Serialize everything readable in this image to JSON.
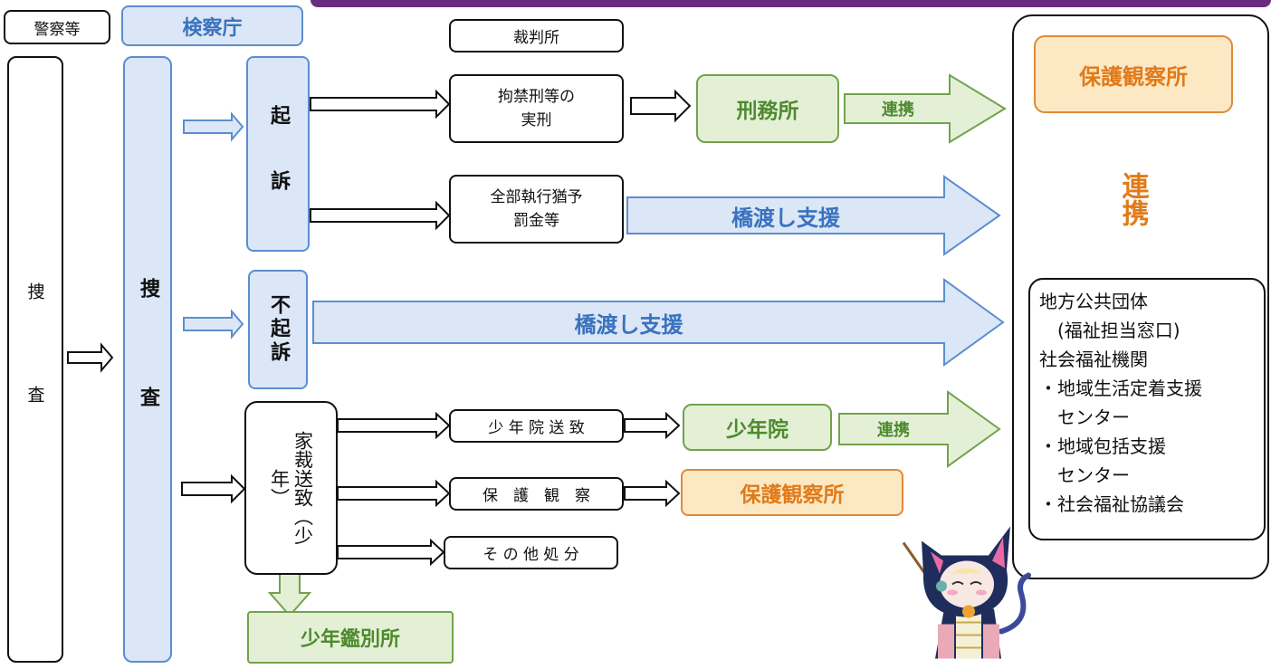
{
  "header": {
    "police": "警察等",
    "prosecutor": "検察庁",
    "court": "裁判所"
  },
  "police_col": {
    "investigation": "捜　査"
  },
  "prosecutor_col": {
    "investigation": "捜　査"
  },
  "branches": {
    "indictment": "起　訴",
    "non_indictment": "不起訴",
    "family_court": "家裁送致（少年）"
  },
  "outcomes": {
    "imprisonment": "拘禁刑等の\n実刑",
    "suspended": "全部執行猶予\n罰金等",
    "juvenile_training": "少 年 院 送 致",
    "probation": "保　護　観　察",
    "other": "そ の 他 処 分"
  },
  "institutions": {
    "prison": "刑務所",
    "juvenile_school": "少年院",
    "probation_office": "保護観察所",
    "classification_home": "少年鑑別所"
  },
  "arrows": {
    "cooperation": "連携",
    "bridging_support": "橋渡し支援"
  },
  "right_panel": {
    "probation_office": "保護観察所",
    "cooperation": "連携",
    "local_gov": "地方公共団体\n　(福祉担当窓口)\n社会福祉機関\n・地域生活定着支援\n　センター\n・地域包括支援\n　センター\n・社会福祉協議会"
  },
  "colors": {
    "blue_fill": "#dbe7f6",
    "blue_border": "#5b8ed0",
    "green_fill": "#e4f0d6",
    "green_border": "#72a24c",
    "orange_fill": "#fde8c4",
    "orange_border": "#dd8a3a",
    "orange_text": "#e07b1a",
    "green_text": "#4e8a2f",
    "blue_text": "#3a72bf",
    "header_bar": "#6a2c7e"
  }
}
